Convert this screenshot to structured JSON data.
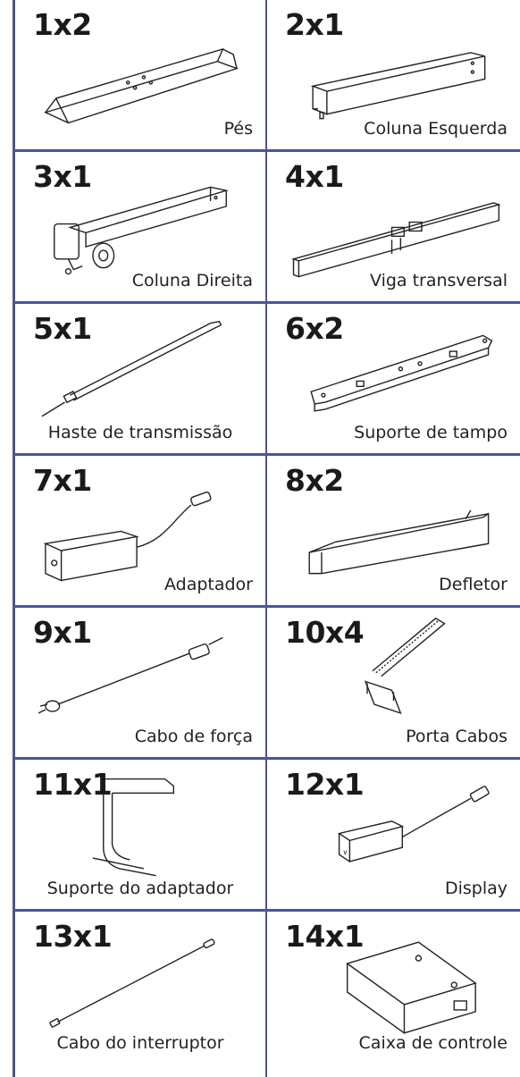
{
  "parts": [
    {
      "qty": "1x2",
      "name": "Pés",
      "icon": "foot-icon"
    },
    {
      "qty": "2x1",
      "name": "Coluna Esquerda",
      "icon": "left-column-icon"
    },
    {
      "qty": "3x1",
      "name": "Coluna Direita",
      "icon": "right-column-icon"
    },
    {
      "qty": "4x1",
      "name": "Viga transversal",
      "icon": "crossbeam-icon"
    },
    {
      "qty": "5x1",
      "name": "Haste de transmissão",
      "icon": "transmission-rod-icon"
    },
    {
      "qty": "6x2",
      "name": "Suporte de tampo",
      "icon": "top-bracket-icon"
    },
    {
      "qty": "7x1",
      "name": "Adaptador",
      "icon": "adapter-icon"
    },
    {
      "qty": "8x2",
      "name": "Defletor",
      "icon": "deflector-icon"
    },
    {
      "qty": "9x1",
      "name": "Cabo de força",
      "icon": "power-cable-icon"
    },
    {
      "qty": "10x4",
      "name": "Porta Cabos",
      "icon": "cable-holder-icon"
    },
    {
      "qty": "11x1",
      "name": "Suporte do adaptador",
      "icon": "adapter-bracket-icon"
    },
    {
      "qty": "12x1",
      "name": "Display",
      "icon": "display-icon"
    },
    {
      "qty": "13x1",
      "name": "Cabo do interruptor",
      "icon": "switch-cable-icon"
    },
    {
      "qty": "14x1",
      "name": "Caixa de controle",
      "icon": "control-box-icon"
    }
  ]
}
